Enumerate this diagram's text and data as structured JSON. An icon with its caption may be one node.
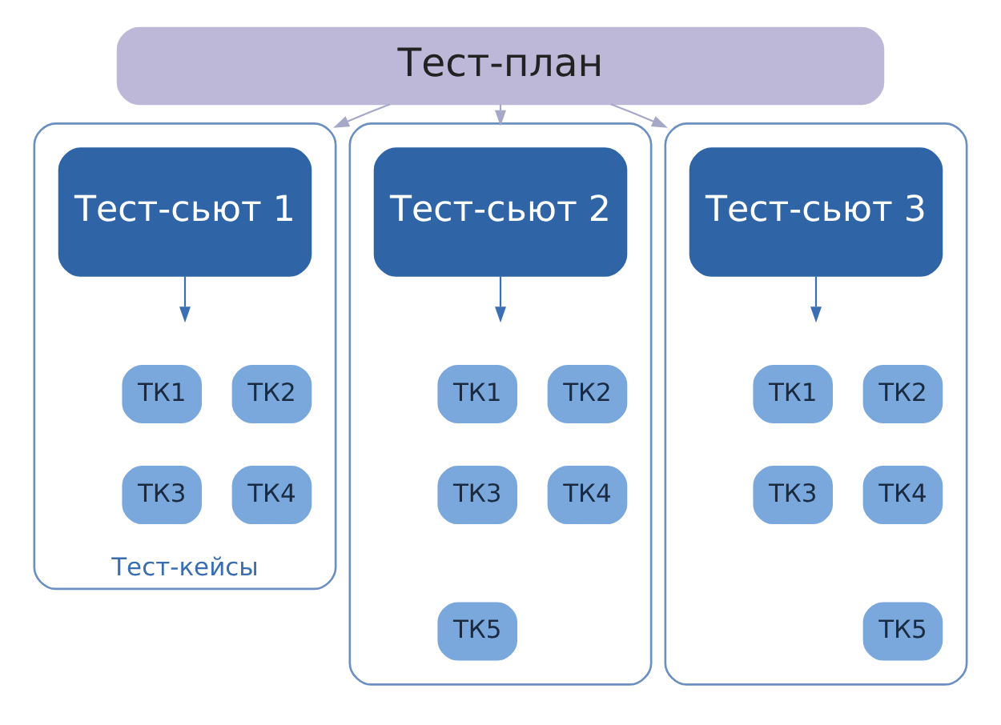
{
  "diagram": {
    "nodes": [
      {
        "text": [
          "Тест-план"
        ]
      },
      {
        "text": [
          "Тест-кейсы"
        ]
      },
      {
        "text": [
          "Тест-сьют 1"
        ],
        "in": 1
      },
      {
        "text": [
          "ТК1"
        ],
        "in": 1
      },
      {
        "text": [
          "ТК2"
        ],
        "in": 1
      },
      {
        "text": [
          "ТК3"
        ],
        "in": 1
      },
      {
        "text": [
          "ТК4"
        ],
        "in": 1
      },
      {
        "text": [],
        "shape": "box"
      },
      {
        "text": [
          "Тест-сьют 2"
        ],
        "in": 7
      },
      {
        "text": [
          "ТК1"
        ],
        "in": 7
      },
      {
        "text": [
          "ТК2"
        ],
        "in": 7
      },
      {
        "text": [
          "ТК3"
        ],
        "in": 7
      },
      {
        "text": [
          "ТК4"
        ],
        "in": 7
      },
      {
        "text": [
          "ТК5"
        ],
        "in": 7
      },
      {
        "text": [],
        "shape": "box"
      },
      {
        "text": [
          "Тест-сьют 3"
        ],
        "in": 14
      },
      {
        "text": [
          "ТК1"
        ],
        "in": 14
      },
      {
        "text": [
          "ТК2"
        ],
        "in": 14
      },
      {
        "text": [
          "ТК3"
        ],
        "in": 14
      },
      {
        "text": [
          "ТК4"
        ],
        "in": 14
      },
      {
        "text": [
          "ТК5"
        ],
        "in": 14
      }
    ],
    "edges": [
      {
        "from": 0,
        "to": 1,
        "arrow": "to",
        "color": "#a6a8c8"
      },
      {
        "from": 0,
        "to": 7,
        "arrow": "to",
        "color": "#a6a8c8"
      },
      {
        "from": 0,
        "to": 14,
        "arrow": "to",
        "color": "#a6a8c8"
      },
      {
        "from": 2,
        "to": null,
        "arrow": "to",
        "color": "#3b6fb3"
      },
      {
        "from": 8,
        "to": null,
        "arrow": "to",
        "color": "#3b6fb3"
      },
      {
        "from": 15,
        "to": null,
        "arrow": "to",
        "color": "#3b6fb3"
      }
    ]
  }
}
